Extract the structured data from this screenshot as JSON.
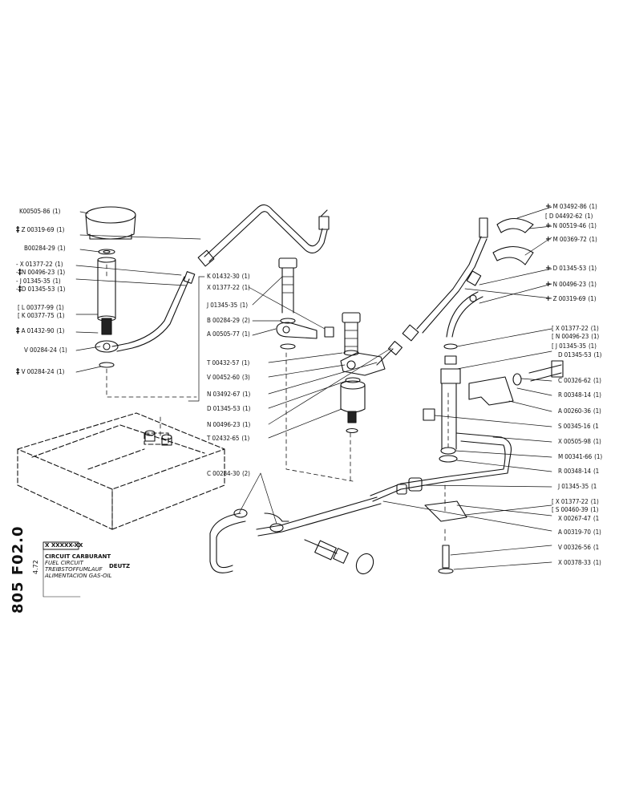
{
  "drawing": {
    "reference": "805 F02.0",
    "date": "4.72",
    "part_box": "X XXXXX-XX",
    "title_fr": "CIRCUIT CARBURANT",
    "title_en": "FUEL CIRCUIT",
    "title_de": "TREIBSTOFFUMLAUF",
    "title_es": "ALIMENTACION GAS-OIL",
    "maker": "DEUTZ"
  },
  "labels_left": [
    {
      "text": "K00505-86",
      "qty": "(1)"
    },
    {
      "text": "Z 00319-69",
      "qty": "(1)"
    },
    {
      "text": "B00284-29",
      "qty": "(1)"
    },
    {
      "text": "X 01377-22",
      "qty": "(1)"
    },
    {
      "text": "N 00496-23",
      "qty": "(1)"
    },
    {
      "text": "J 01345-35",
      "qty": "(1)"
    },
    {
      "text": "D 01345-53",
      "qty": "(1)"
    },
    {
      "text": "L 00377-99",
      "qty": "(1)"
    },
    {
      "text": "K 00377-75",
      "qty": "(1)"
    },
    {
      "text": "A 01432-90",
      "qty": "(1)"
    },
    {
      "text": "V 00284-24",
      "qty": "(1)"
    },
    {
      "text": "V 00284-24",
      "qty": "(1)"
    }
  ],
  "labels_middle": [
    {
      "text": "K 01432-30",
      "qty": "(1)"
    },
    {
      "text": "X 01377-22",
      "qty": "(1)"
    },
    {
      "text": "J 01345-35",
      "qty": "(1)"
    },
    {
      "text": "B 00284-29",
      "qty": "(2)"
    },
    {
      "text": "A 00505-77",
      "qty": "(1)"
    },
    {
      "text": "T 00432-57",
      "qty": "(1)"
    },
    {
      "text": "V 00452-60",
      "qty": "(3)"
    },
    {
      "text": "N 03492-67",
      "qty": "(1)"
    },
    {
      "text": "D 01345-53",
      "qty": "(1)"
    },
    {
      "text": "N 00496-23",
      "qty": "(1)"
    },
    {
      "text": "T 02432-65",
      "qty": "(1)"
    },
    {
      "text": "C 00284-30",
      "qty": "(2)"
    }
  ],
  "labels_right": [
    {
      "text": "M 03492-86",
      "qty": "(1)"
    },
    {
      "text": "D 04492-62",
      "qty": "(1)"
    },
    {
      "text": "N 00519-46",
      "qty": "(1)"
    },
    {
      "text": "M 00369-72",
      "qty": "(1)"
    },
    {
      "text": "D 01345-53",
      "qty": "(1)"
    },
    {
      "text": "N 00496-23",
      "qty": "(1)"
    },
    {
      "text": "Z 00319-69",
      "qty": "(1)"
    },
    {
      "text": "X 01377-22",
      "qty": "(1)"
    },
    {
      "text": "N 00496-23",
      "qty": "(1)"
    },
    {
      "text": "J 01345-35",
      "qty": "(1)"
    },
    {
      "text": "D 01345-53",
      "qty": "(1)"
    },
    {
      "text": "C 00326-62",
      "qty": "(1)"
    },
    {
      "text": "R 00348-14",
      "qty": "(1)"
    },
    {
      "text": "A 00260-36",
      "qty": "(1)"
    },
    {
      "text": "S 00345-16",
      "qty": "(1"
    },
    {
      "text": "X 00505-98",
      "qty": "(1)"
    },
    {
      "text": "M 00341-66",
      "qty": "(1)"
    },
    {
      "text": "R 00348-14",
      "qty": "(1"
    },
    {
      "text": "J 01345-35",
      "qty": "(1"
    },
    {
      "text": "X 01377-22",
      "qty": "(1)"
    },
    {
      "text": "S 00460-39",
      "qty": "(1)"
    },
    {
      "text": "X 00267-47",
      "qty": "(1"
    },
    {
      "text": "A 00319-70",
      "qty": "(1)"
    },
    {
      "text": "V 00326-56",
      "qty": "(1"
    },
    {
      "text": "X 00378-33",
      "qty": "(1)"
    }
  ],
  "symbols": {
    "plus": "+",
    "dagger": "‡",
    "minus": "-"
  }
}
